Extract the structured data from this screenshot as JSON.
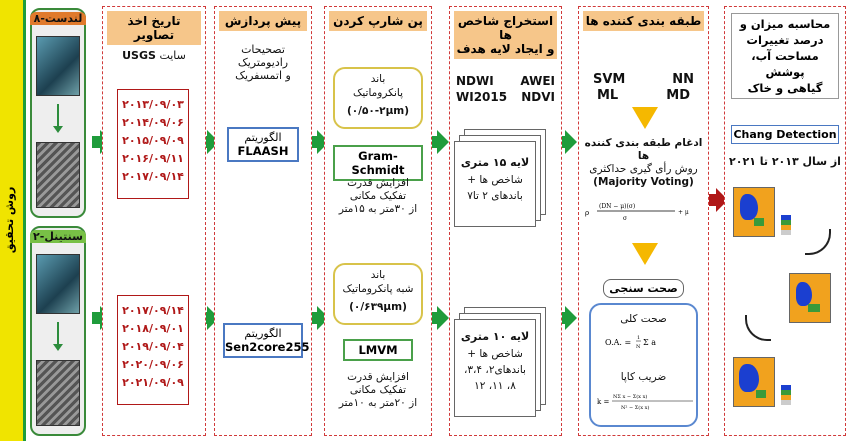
{
  "sidebar": {
    "label": "روش تحقیق"
  },
  "sensors": {
    "landsat": "لندست-۸",
    "sentinel": "سنتینل-۲"
  },
  "col_dates": {
    "title": "تاریخ اخذ تصاویر",
    "source_site": "سایت",
    "source_name": "USGS",
    "landsat_dates": [
      "۲۰۱۳/۰۹/۰۳",
      "۲۰۱۴/۰۹/۰۶",
      "۲۰۱۵/۰۹/۰۹",
      "۲۰۱۶/۰۹/۱۱",
      "۲۰۱۷/۰۹/۱۴"
    ],
    "sentinel_dates": [
      "۲۰۱۷/۰۹/۱۴",
      "۲۰۱۸/۰۹/۰۱",
      "۲۰۱۹/۰۹/۰۴",
      "۲۰۲۰/۰۹/۰۶",
      "۲۰۲۱/۰۹/۰۹"
    ]
  },
  "col_preprocess": {
    "title": "پیش پردازش",
    "desc_line1": "تصحیحات",
    "desc_line2": "رادیومتریک",
    "desc_line3": "و اتمسفریک",
    "algo_label": "الگوریتم",
    "landsat_algo": "FLAASH",
    "sentinel_algo": "Sen2core255"
  },
  "col_pansharp": {
    "title": "پن شارپ کردن",
    "landsat_band_l1": "باند",
    "landsat_band_l2": "پانکروماتیک",
    "landsat_band_l3": "(۰/۵۰-۲μm)",
    "landsat_method": "Gram-Schmidt",
    "landsat_desc_l1": "افزایش قدرت",
    "landsat_desc_l2": "تفکیک مکانی",
    "landsat_desc_l3": "از ۳۰متر به ۱۵متر",
    "sentinel_band_l1": "باند",
    "sentinel_band_l2": "شبه پانکروماتیک",
    "sentinel_band_l3": "(۰/۶۳۹μm)",
    "sentinel_method": "LMVM",
    "sentinel_desc_l1": "افزایش قدرت",
    "sentinel_desc_l2": "تفکیک مکانی",
    "sentinel_desc_l3": "از ۲۰متر به ۱۰متر"
  },
  "col_indices": {
    "title_l1": "استخراج شاخص ها",
    "title_l2": "و ایجاد لایه هدف",
    "idx_tl": "NDWI",
    "idx_tr": "AWEI",
    "idx_bl": "WI2015",
    "idx_br": "NDVI",
    "landsat_layer_l1": "لایه ۱۵ متری",
    "landsat_layer_l2": "شاخص ها +",
    "landsat_layer_l3": "باندهای ۲ تا۷",
    "sentinel_layer_l1": "لایه ۱۰ متری",
    "sentinel_layer_l2": "شاخص ها +",
    "sentinel_layer_l3": "باندهای۲، ۳،۴،",
    "sentinel_layer_l4": "۸، ۱۱، ۱۲"
  },
  "col_classifiers": {
    "title": "طبقه بندی کننده ها",
    "c_tl": "SVM",
    "c_tr": "NN",
    "c_bl": "ML",
    "c_br": "MD",
    "merge_l1": "ادغام طبقه بندی کننده ها",
    "merge_l2": "روش رأی گیری حداکثری",
    "merge_l3": "(Majority Voting)",
    "accuracy_title": "صحت سنجی",
    "overall_label": "صحت کلی",
    "kappa_label": "ضریب کاپا"
  },
  "col_change": {
    "title_l1": "محاسبه میزان و",
    "title_l2": "درصد تغییرات",
    "title_l3": "مساحت آب، پوشش",
    "title_l4": "گیاهی و خاک",
    "method": "Chang Detection",
    "period": "از سال ۲۰۱۳ تا ۲۰۲۱"
  },
  "colors": {
    "header_fill": "#f6c68a",
    "dashed_border": "#d03a3a",
    "green_arrow": "#1f9c3b",
    "red_arrow": "#b01818",
    "funnel": "#f5b800",
    "sidebar_fill": "#f0e400"
  }
}
